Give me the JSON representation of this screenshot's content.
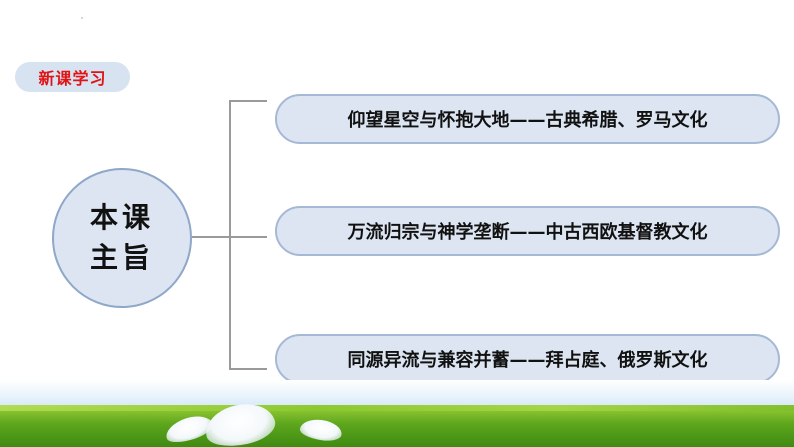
{
  "section": {
    "badge_label": "新课学习"
  },
  "topic": {
    "line1": "本课",
    "line2": "主旨"
  },
  "items": [
    {
      "text": "仰望星空与怀抱大地——古典希腊、罗马文化"
    },
    {
      "text": "万流归宗与神学垄断——中古西欧基督教文化"
    },
    {
      "text": "同源异流与兼容并蓄——拜占庭、俄罗斯文化"
    }
  ],
  "colors": {
    "badge_text": "#e01414",
    "bubble_fill": "#dce5f1",
    "bubble_border": "#8fa7c8",
    "connector": "#9a9a9a",
    "grass": "#5da61d"
  }
}
